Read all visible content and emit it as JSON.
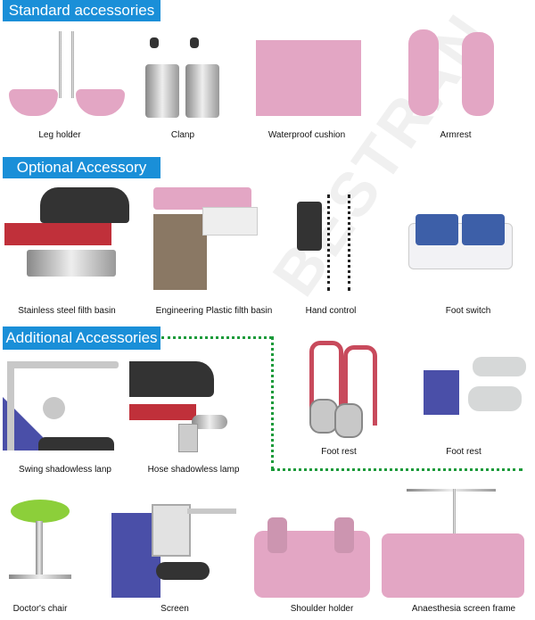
{
  "watermark": "BESTRAN",
  "colors": {
    "header_bg": "#1a8fd8",
    "dotted_border": "#1a9a3a"
  },
  "sections": {
    "standard": {
      "title": "Standard accessories",
      "items": [
        {
          "label": "Leg holder"
        },
        {
          "label": "Clanp"
        },
        {
          "label": "Waterproof cushion"
        },
        {
          "label": "Armrest"
        }
      ]
    },
    "optional": {
      "title": "Optional Accessory",
      "items": [
        {
          "label": "Stainless steel filth basin"
        },
        {
          "label": "Engineering Plastic filth basin"
        },
        {
          "label": "Hand control"
        },
        {
          "label": "Foot switch"
        }
      ]
    },
    "additional": {
      "title": "Additional Accessories",
      "items": [
        {
          "label": "Swing shadowless lanp"
        },
        {
          "label": "Hose shadowless lamp"
        },
        {
          "label": "Foot rest"
        },
        {
          "label": "Foot rest"
        }
      ]
    },
    "more": {
      "items": [
        {
          "label": "Doctor's chair"
        },
        {
          "label": "Screen"
        },
        {
          "label": "Shoulder holder"
        },
        {
          "label": "Anaesthesia screen frame"
        }
      ]
    }
  }
}
